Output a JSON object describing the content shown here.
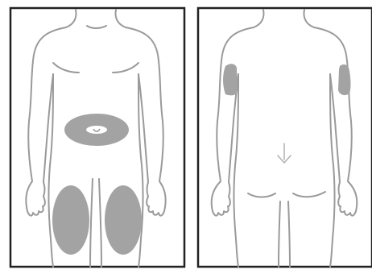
{
  "figure": {
    "panels": [
      {
        "view": "front",
        "sites": [
          "abdomen",
          "left-thigh",
          "right-thigh"
        ]
      },
      {
        "view": "back",
        "sites": [
          "left-upper-arm",
          "right-upper-arm"
        ]
      }
    ],
    "colors": {
      "frame": "#222222",
      "outline": "#9a9a9a",
      "site_fill": "#a3a3a3",
      "background": "#ffffff"
    }
  }
}
